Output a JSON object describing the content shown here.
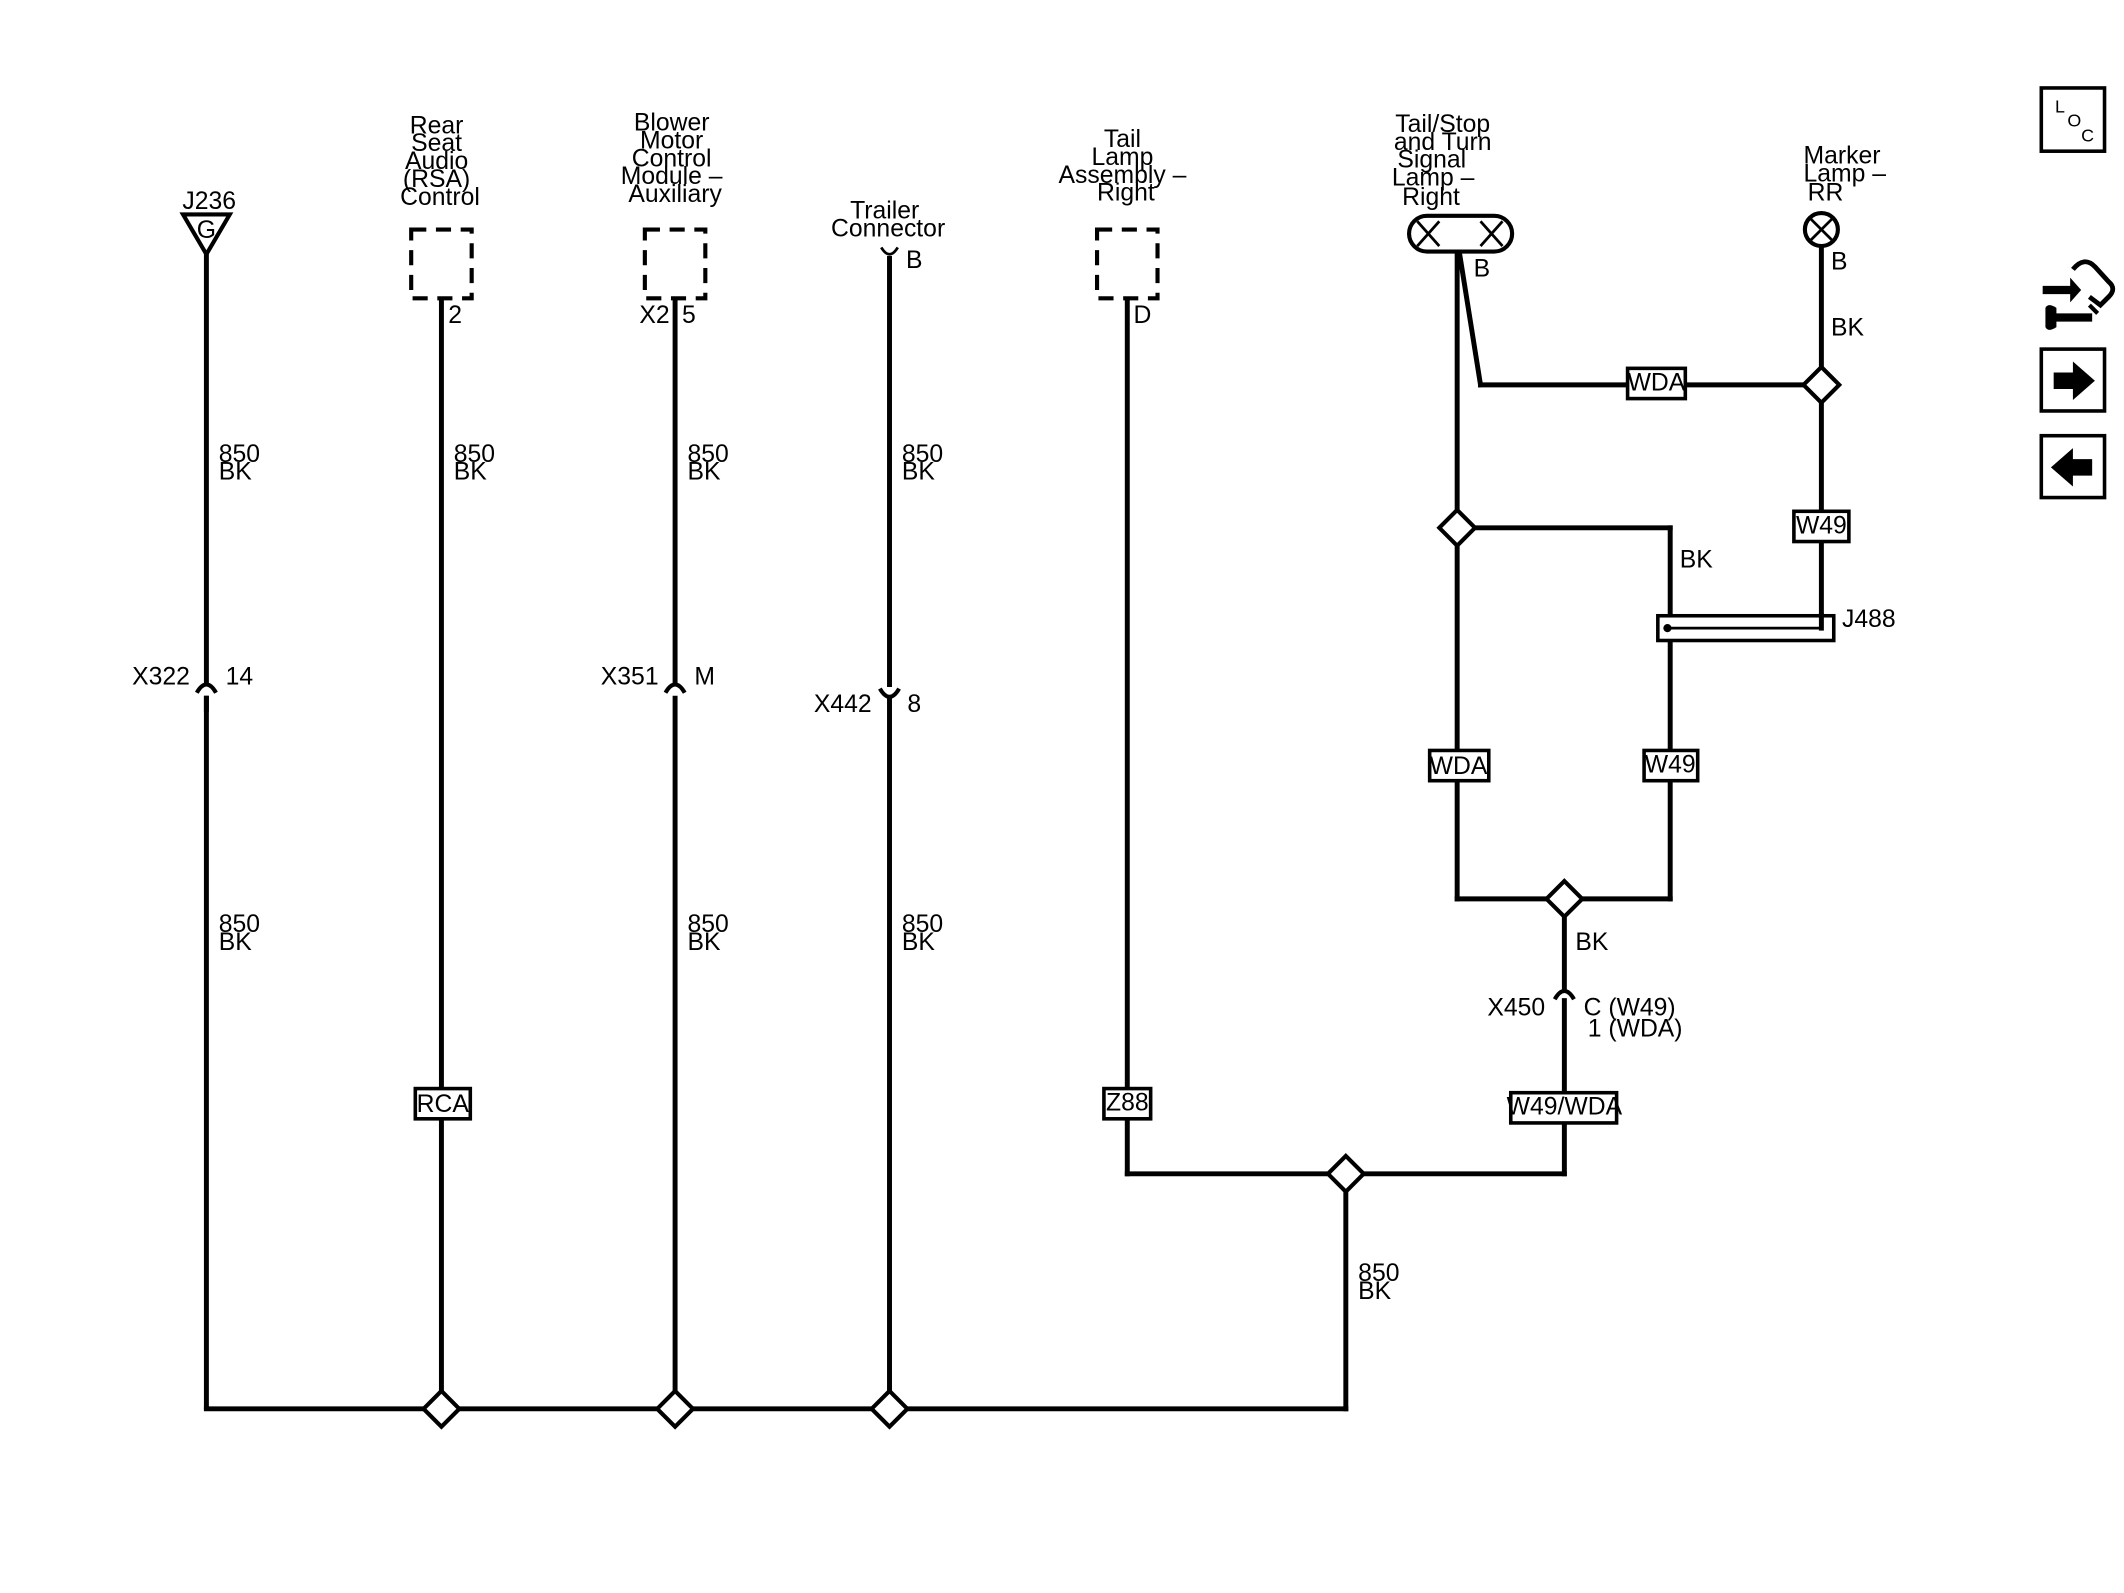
{
  "components": {
    "j236": {
      "ref": "J236",
      "symbol": "G"
    },
    "rsa": {
      "lines": [
        "Rear",
        "Seat",
        "Audio",
        "(RSA)",
        "Control"
      ],
      "pin": "2"
    },
    "blower": {
      "lines": [
        "Blower",
        "Motor",
        "Control",
        "Module –",
        "Auxiliary"
      ],
      "connector": "X2",
      "pin": "5"
    },
    "trailer": {
      "lines": [
        "Trailer",
        "Connector"
      ],
      "pin": "B"
    },
    "tail_lamp": {
      "lines": [
        "Tail",
        "Lamp",
        "Assembly –",
        "Right"
      ],
      "pin": "D"
    },
    "tail_stop": {
      "lines": [
        "Tail/Stop",
        "and Turn",
        "Signal",
        "Lamp –",
        "Right"
      ],
      "pin": "B"
    },
    "marker": {
      "lines": [
        "Marker",
        "Lamp –",
        "RR"
      ],
      "pin": "B"
    }
  },
  "wires": {
    "circuit": "850",
    "color": "BK"
  },
  "connectors": {
    "x322": {
      "ref": "X322",
      "pin": "14"
    },
    "x351": {
      "ref": "X351",
      "pin": "M"
    },
    "x442": {
      "ref": "X442",
      "pin": "8"
    },
    "x450": {
      "ref": "X450",
      "pin_line1": "C (W49)",
      "pin_line2": "1 (WDA)"
    },
    "j488": {
      "ref": "J488"
    }
  },
  "options": {
    "rca": "RCA",
    "z88": "Z88",
    "wda": "WDA",
    "w49": "W49",
    "w49_wda": "W49/WDA"
  },
  "sidebar": {
    "loc": {
      "l": "L",
      "o": "O",
      "c": "C"
    },
    "icons": [
      "connector-wrench-icon",
      "arrow-right-icon",
      "arrow-left-icon"
    ]
  }
}
